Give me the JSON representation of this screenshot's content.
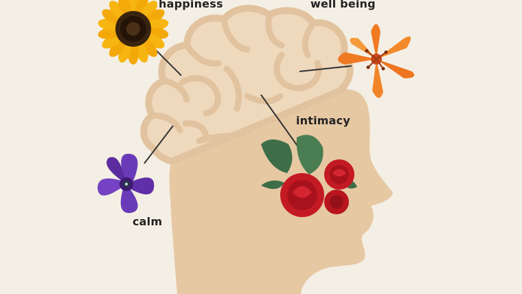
{
  "labels": {
    "happiness": "happiness",
    "well_being": "well being",
    "intimacy": "intimacy",
    "calm": "calm"
  },
  "colors": {
    "background": "#f4efe4",
    "head": "#e6c8a3",
    "brain_fill": "#eed9bd",
    "brain_outline": "#e2c39f",
    "connector": "#333333",
    "label_text": "#222222"
  },
  "icons": {
    "happiness": "sunflower-icon",
    "well_being": "lily-icon",
    "intimacy": "roses-icon",
    "calm": "violet-flower-icon"
  }
}
